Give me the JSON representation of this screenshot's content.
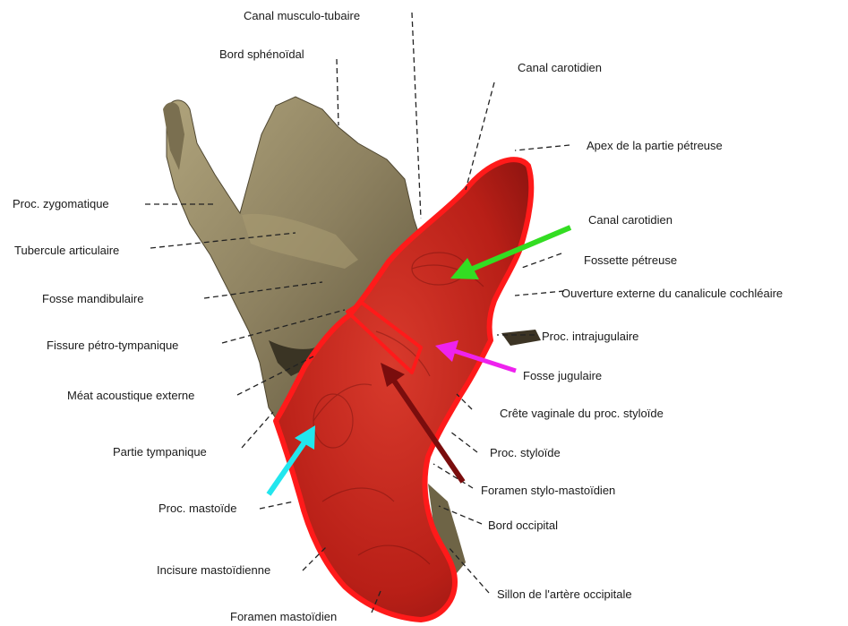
{
  "labels": {
    "canal_musculo_tubaire": "Canal musculo-tubaire",
    "bord_sphenoidal": "Bord sphénoïdal",
    "canal_carotidien_top": "Canal carotidien",
    "apex_partie_petreuse": "Apex de la partie pétreuse",
    "proc_zygomatique": "Proc. zygomatique",
    "canal_carotidien": "Canal carotidien",
    "tubercule_articulaire": "Tubercule articulaire",
    "fossette_petreuse": "Fossette pétreuse",
    "fosse_mandibulaire": "Fosse mandibulaire",
    "ouverture_canalicule": "Ouverture externe du canalicule cochléaire",
    "proc_intrajugulaire": "Proc. intrajugulaire",
    "fissure_petro_tympanique": "Fissure pétro-tympanique",
    "fosse_jugulaire": "Fosse jugulaire",
    "meat_acoustique": "Méat acoustique externe",
    "crete_vaginale": "Crête vaginale du proc. styloïde",
    "partie_tympanique": "Partie tympanique",
    "proc_styloide": "Proc. styloïde",
    "foramen_stylo_mastoidien": "Foramen stylo-mastoïdien",
    "proc_mastoide": "Proc. mastoïde",
    "bord_occipital": "Bord occipital",
    "incisure_mastoidienne": "Incisure mastoïdienne",
    "sillon_artere_occipitale": "Sillon de l'artère occipitale",
    "foramen_mastoidien": "Foramen mastoïdien"
  },
  "colors": {
    "bone": "#8f835e",
    "bone_dark": "#5e543a",
    "highlight_fill": "#c8241b",
    "highlight_outline": "#ff1a1a",
    "arrow_green": "#33dd22",
    "arrow_magenta": "#ee22ee",
    "arrow_darkred": "#7a0d0d",
    "arrow_cyan": "#22e6ee"
  }
}
